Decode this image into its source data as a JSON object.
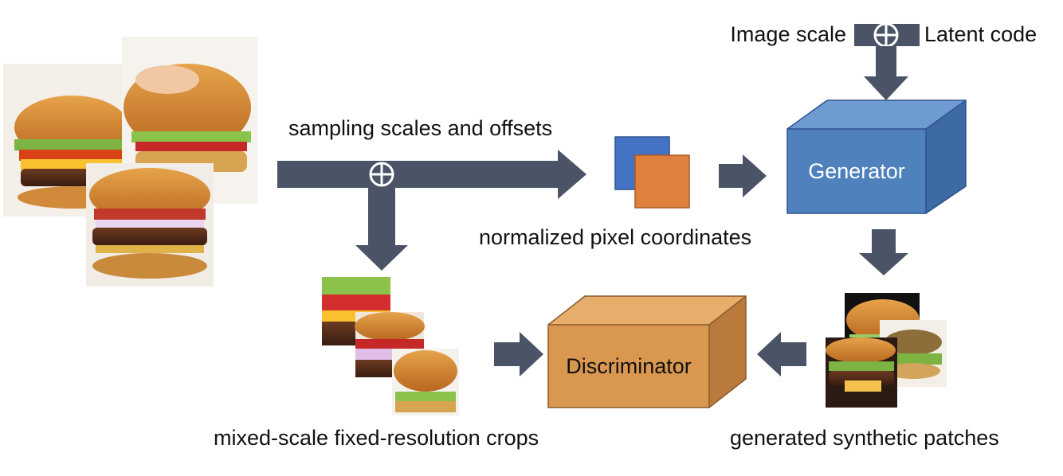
{
  "labels": {
    "image_scale": "Image scale",
    "latent_code": "Latent code",
    "sampling": "sampling scales and offsets",
    "normalized": "normalized pixel coordinates",
    "crops": "mixed-scale fixed-resolution crops",
    "synthetic": "generated synthetic patches",
    "generator": "Generator",
    "discriminator": "Discriminator"
  },
  "colors": {
    "arrow": "#4a5466",
    "generator_front": "#4f81bd",
    "generator_top": "#6e9bd1",
    "generator_side": "#3d6aa2",
    "discriminator_front": "#d9974f",
    "discriminator_top": "#e6ad6b",
    "discriminator_side": "#b97a3c",
    "coord_blue": "#4472c4",
    "coord_orange": "#e0803f"
  },
  "icons": [
    "plus-circle-icon",
    "burger-photo",
    "crop-photo",
    "patch-photo"
  ]
}
